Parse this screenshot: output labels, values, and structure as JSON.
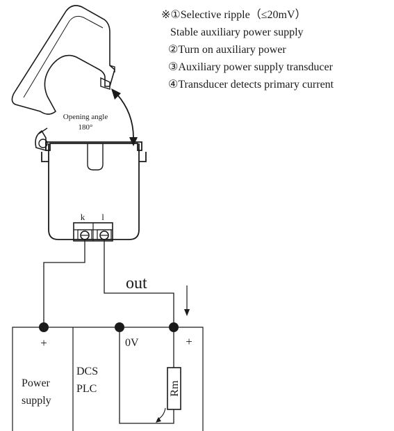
{
  "notes": {
    "line1": "※①Selective ripple（≤20mV）",
    "line2": "Stable auxiliary power supply",
    "line3": "②Turn on auxiliary power",
    "line4": "③Auxiliary power supply transducer",
    "line5": "④Transducer detects primary current"
  },
  "sensor": {
    "angle_label_1": "Opening angle",
    "angle_label_2": "180°",
    "terminal_k": "k",
    "terminal_l": "l"
  },
  "circuit": {
    "out_label": "out",
    "plus_left": "+",
    "zero_v": "0V",
    "plus_right": "+",
    "power_supply_1": "Power",
    "power_supply_2": "supply",
    "dcs": "DCS",
    "plc": "PLC",
    "resistor": "Rm"
  }
}
